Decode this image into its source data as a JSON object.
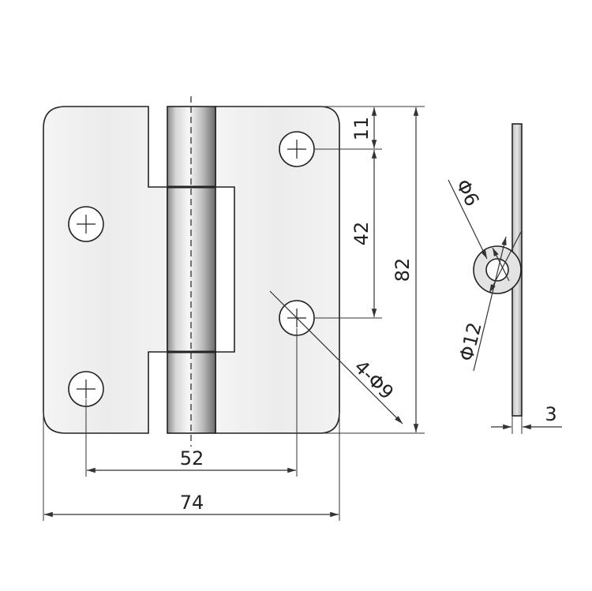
{
  "dimensions": {
    "width_total": "74",
    "hole_spacing_horizontal": "52",
    "height_total": "82",
    "hole_spacing_vertical": "42",
    "hole_offset_top": "11",
    "holes": "4-Φ9",
    "thickness": "3",
    "pin_diameter": "Φ6",
    "knuckle_diameter": "Φ12"
  }
}
